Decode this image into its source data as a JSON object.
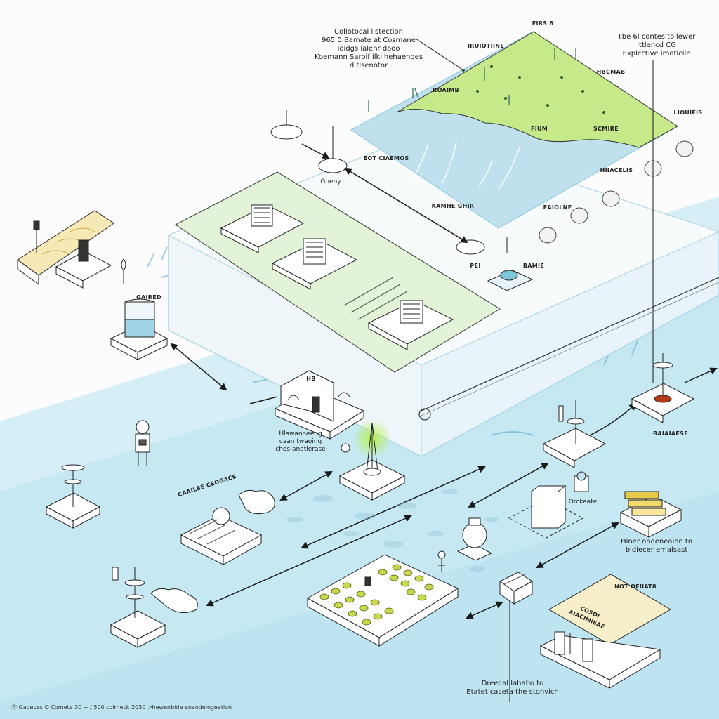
{
  "labels": {
    "top_note": "Collotocal listection\n965 0 Bamate at Cosmane\nIoidgs lalenr dooo\nKoemann Saroif ilkilhehaenges\nd tlsenotor",
    "top_right_note": "Tbe 6l contes tollewer\nIttlencd CG\nExplcctive imoticile",
    "sensor_r1": "EIRS 6",
    "sensor_r2": "HBCMAB",
    "sensor_r3": "LIOUIEIS",
    "sensor_r4": "HIIACELIS",
    "sensor_r5": "EAIOLNE",
    "field_1": "IRUIOTIINE",
    "field_2": "ROAIMB",
    "field_3": "FIUM",
    "field_4": "SCMIRE",
    "eot": "EOT CIAEMOS",
    "kamhe": "KAMHE GHIR",
    "gheny": "Gheny",
    "pei": "PEI",
    "bamie": "BAMIE",
    "gaired": "GAIRED",
    "hb": "HB",
    "hawa": "Hlawaoneeng\ncaan twaoing\nchos anetlerase",
    "baiaese": "BAIAIAESE",
    "orckeate": "Orckeate",
    "hiner": "Hiner oneeneaion to\nbidiecer emalsast",
    "caalse": "CAAILSE CEOGACE",
    "not_oeliate": "NOT OEIIAT8",
    "cosoi": "COSOI AIACIMIEAE",
    "dreecal": "Dreecal lahabo to\nEtatet caseta the stonvich",
    "footer": "Ⓢ Gaoeces O Comete 30 ~ / 500 colmeck 2030 ↗hewenbide enaodeiogeation"
  },
  "colors": {
    "water": "#cfeaf4",
    "water_deep": "#a9d9ec",
    "field_green": "#c6e98a",
    "panel_green": "#e3f3d8",
    "platform": "#f3f8fa",
    "line": "#1a1a1a",
    "accent_glow": "#9be13a"
  }
}
